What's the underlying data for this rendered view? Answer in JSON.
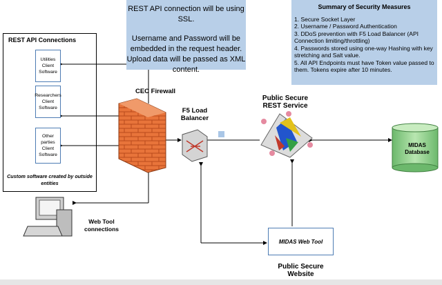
{
  "ssl_note": {
    "line1": "REST API connection will be using SSL.",
    "line2": "Username and Password will be embedded in the request header. Upload data will be passed as XML content."
  },
  "summary": {
    "title": "Summary of Security Measures",
    "items": [
      "1. Secure Socket Layer",
      "2. Username / Password Authentication",
      "3. DDoS prevention with F5 Load Balancer (API Connection limiting/throttling)",
      "4. Passwords stored using one-way Hashing with key stretching and Salt value.",
      "5. All API Endpoints must have Token value passed to them. Tokens expire after 10 minutes."
    ]
  },
  "rest_panel": {
    "title": "REST API Connections",
    "clients": [
      {
        "l1": "Utilities",
        "l2": "Client",
        "l3": "Software"
      },
      {
        "l1": "Researchers",
        "l2": "Client",
        "l3": "Software"
      },
      {
        "l1": "Other",
        "l2": "parties",
        "l3": "Client",
        "l4": "Software"
      }
    ],
    "footer": "Custom software created by outside entities"
  },
  "labels": {
    "firewall": "CEC Firewall",
    "f5_line1": "F5 Load",
    "f5_line2": "Balancer",
    "rest_service_line1": "Public Secure",
    "rest_service_line2": "REST Service",
    "db_line1": "MIDAS",
    "db_line2": "Database",
    "web_tool_line1": "Web Tool",
    "web_tool_line2": "connections",
    "midas_web_tool": "MIDAS Web Tool",
    "website_line1": "Public Secure",
    "website_line2": "Website"
  },
  "colors": {
    "note_bg": "#b8cfe8",
    "brick": "#e8743a",
    "db_green": "#8ccf8c",
    "box_border": "#4c7bb3"
  }
}
